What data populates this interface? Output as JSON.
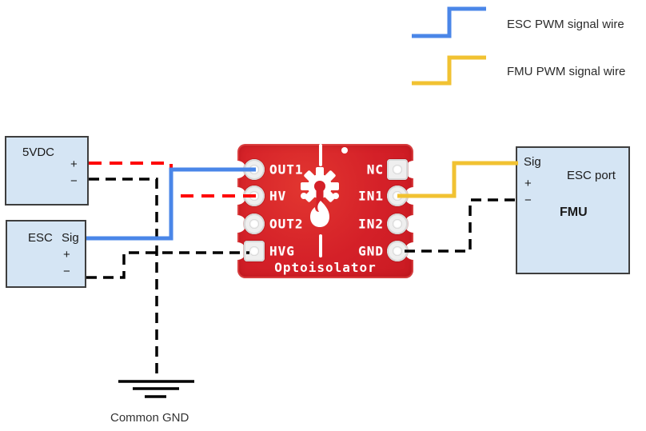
{
  "legend": {
    "items": [
      {
        "label": "ESC PWM signal wire"
      },
      {
        "label": "FMU PWM signal wire"
      }
    ]
  },
  "boxes": {
    "power": {
      "title": "5VDC",
      "plus": "+",
      "minus": "−"
    },
    "esc": {
      "title": "ESC",
      "sig": "Sig",
      "plus": "+",
      "minus": "−"
    },
    "fmu": {
      "sig": "Sig",
      "plus": "+",
      "minus": "−",
      "port_label": "ESC port",
      "title": "FMU"
    }
  },
  "board": {
    "title": "Optoisolator",
    "left_pins": [
      "OUT1",
      "HV",
      "OUT2",
      "HVG"
    ],
    "right_pins": [
      "NC",
      "IN1",
      "IN2",
      "GND"
    ]
  },
  "ground": {
    "label": "Common GND"
  },
  "colors": {
    "esc_signal": "#4a86e8",
    "fmu_signal": "#f1c232",
    "power_positive": "#fe0000",
    "ground_wire": "#000000",
    "board_red": "#d42028",
    "box_fill": "#d5e5f4"
  }
}
